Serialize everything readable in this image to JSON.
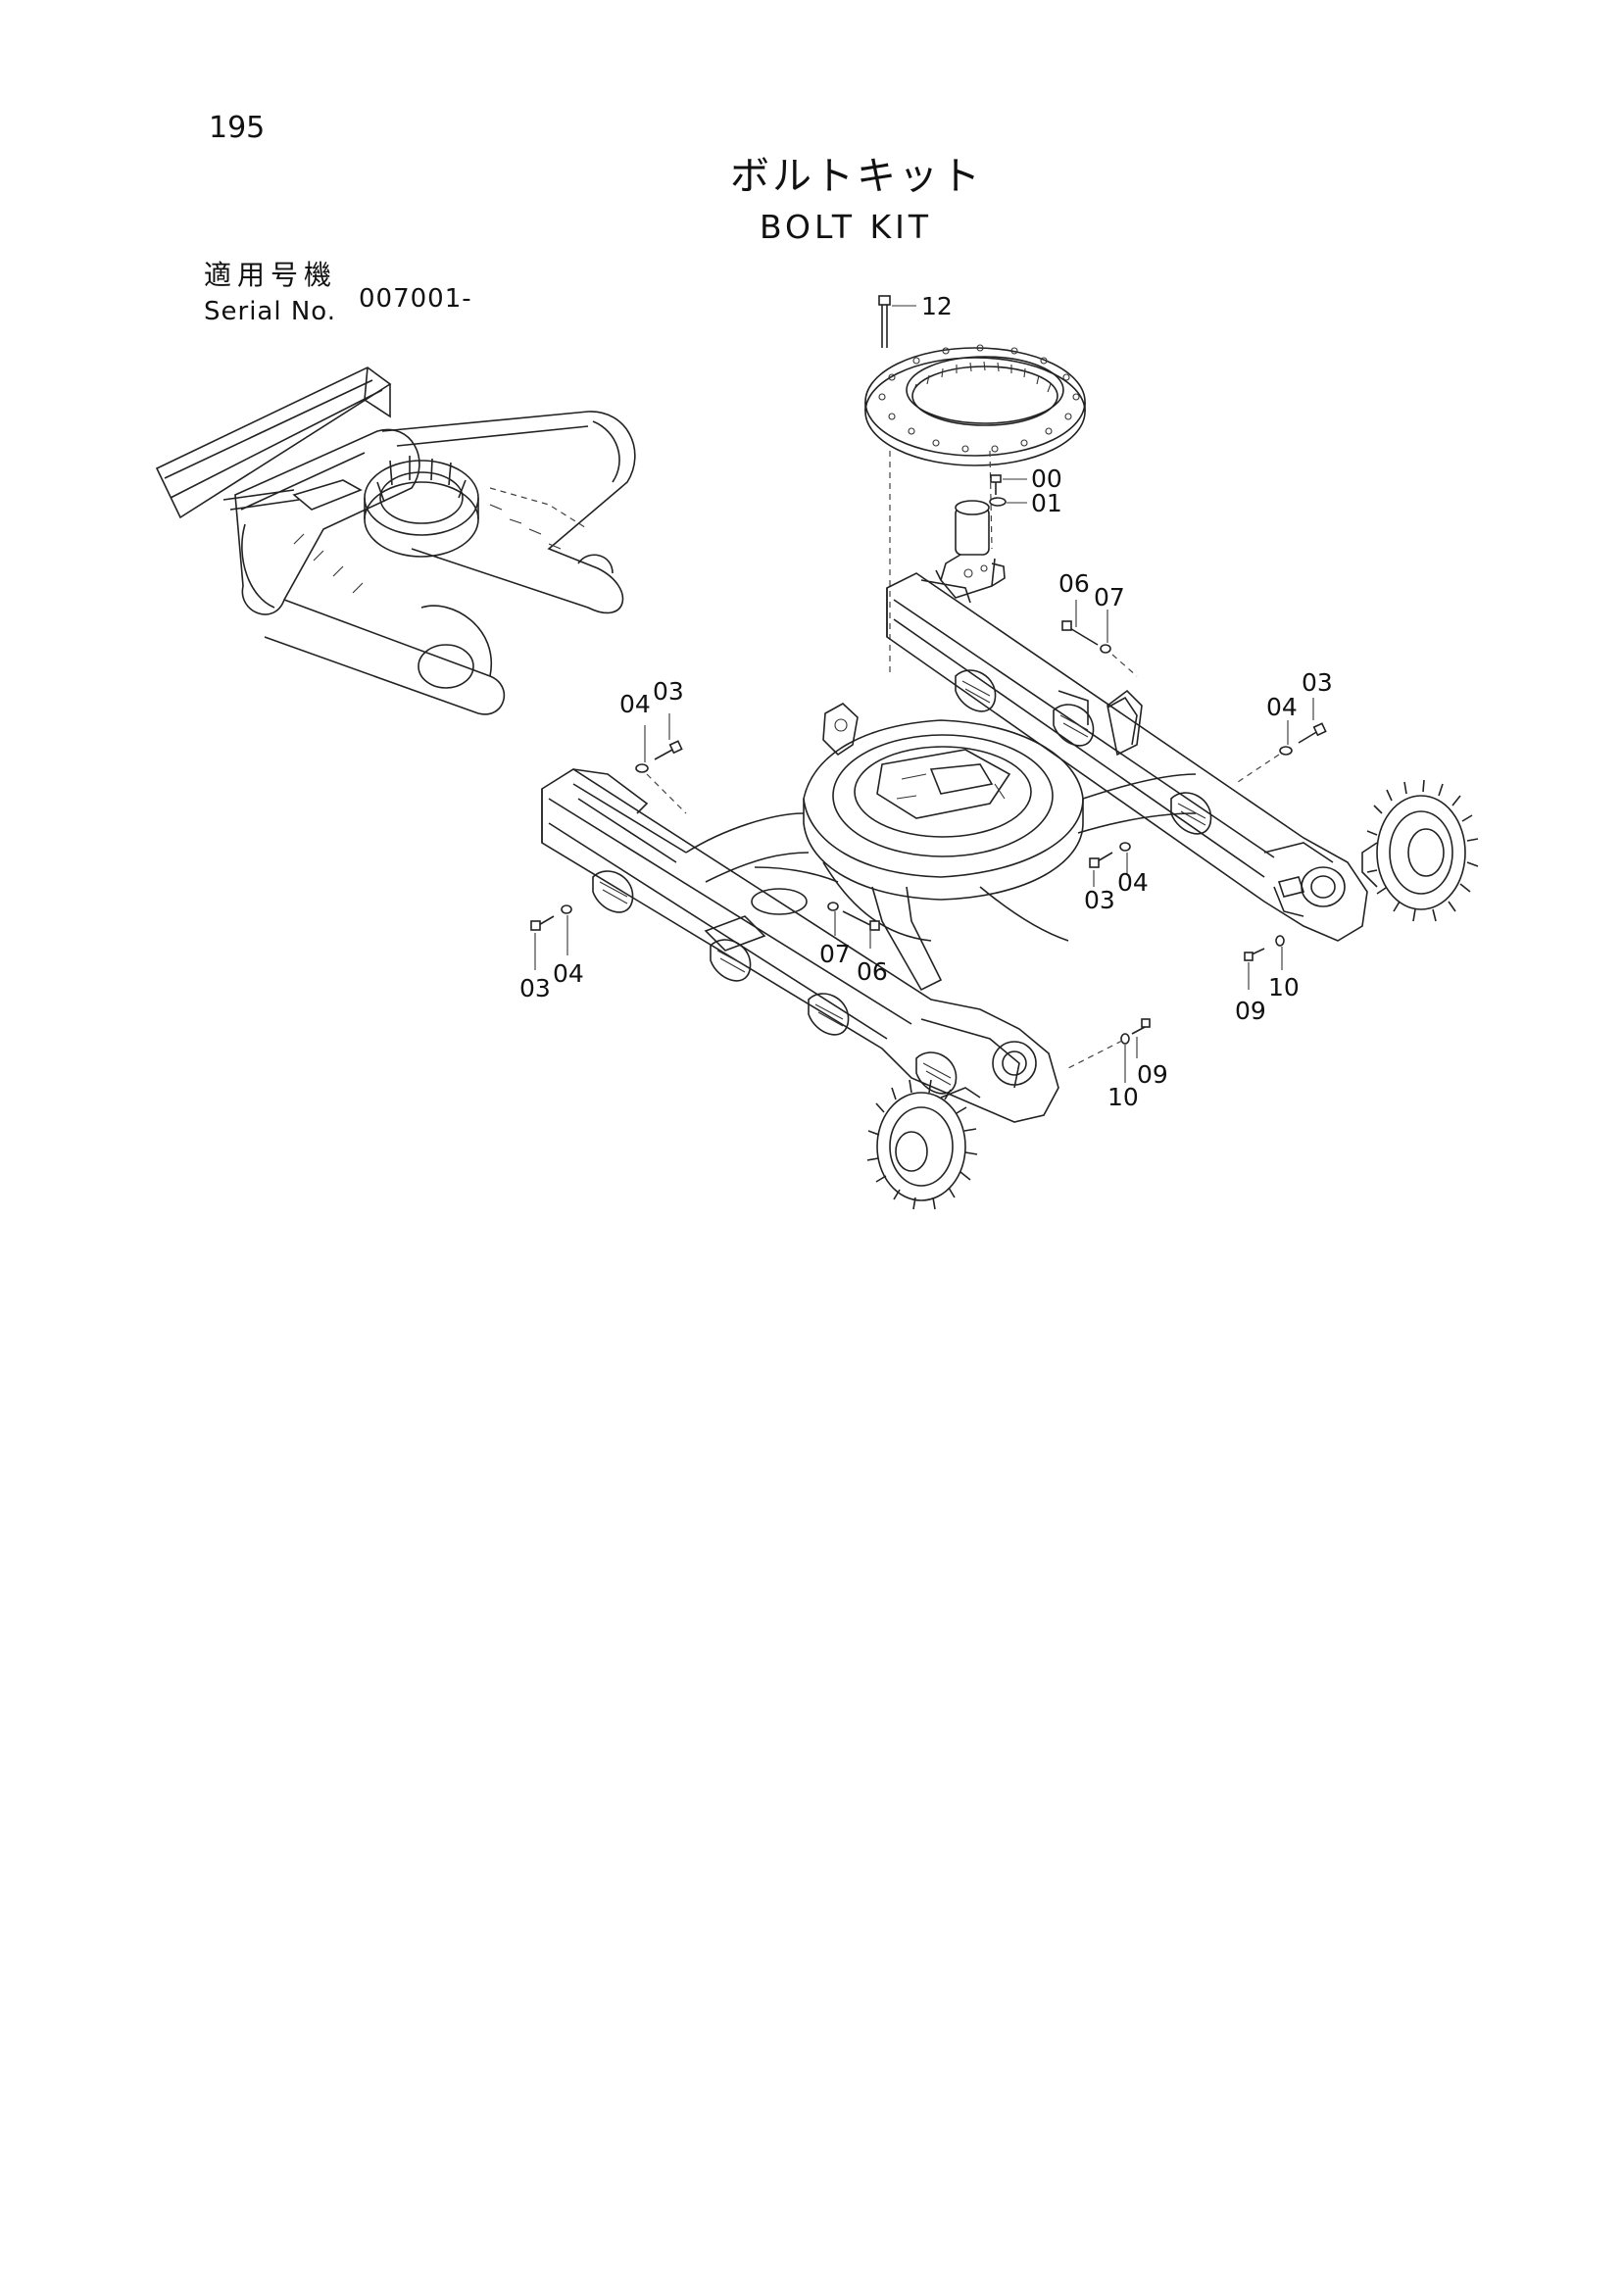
{
  "page_number": "195",
  "title_jp": "ボルトキット",
  "title_en": "BOLT KIT",
  "serial_label_jp": "適用号機",
  "serial_label_en": "Serial No.",
  "serial_value": "007001-",
  "callouts": {
    "c12": "12",
    "c00": "00",
    "c01": "01",
    "c06_tr": "06",
    "c07_tr": "07",
    "c04_left": "04",
    "c03_left": "03",
    "c04_right": "04",
    "c03_right": "03",
    "c03_mid": "03",
    "c04_mid": "04",
    "c07_center": "07",
    "c06_center": "06",
    "c03_low": "03",
    "c04_low": "04",
    "c10_right": "10",
    "c09_right": "09",
    "c09_front": "09",
    "c10_front": "10"
  }
}
